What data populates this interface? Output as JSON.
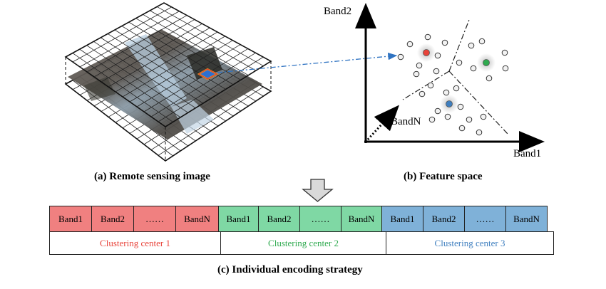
{
  "captions": {
    "a": "(a) Remote sensing image",
    "b": "(b) Feature space",
    "c": "(c) Individual encoding strategy"
  },
  "feature_space": {
    "axis_y": "Band2",
    "axis_x": "Band1",
    "axis_n": "BandN"
  },
  "colors": {
    "red": "#f08080",
    "green": "#7fd8a4",
    "blue": "#7fb1d8",
    "red_text": "#e8433a",
    "green_text": "#2faa4f",
    "blue_text": "#3f7fbf",
    "arrow_blue": "#2f73c2"
  },
  "encoding": {
    "groups": [
      {
        "color": "#f08080",
        "text_color": "#e8433a",
        "center_label": "Clustering center 1",
        "cells": [
          "Band1",
          "Band2",
          "……",
          "BandN"
        ]
      },
      {
        "color": "#7fd8a4",
        "text_color": "#2faa4f",
        "center_label": "Clustering center 2",
        "cells": [
          "Band1",
          "Band2",
          "……",
          "BandN"
        ]
      },
      {
        "color": "#7fb1d8",
        "text_color": "#3f7fbf",
        "center_label": "Clustering center 3",
        "cells": [
          "Band1",
          "Band2",
          "……",
          "BandN"
        ]
      }
    ]
  }
}
